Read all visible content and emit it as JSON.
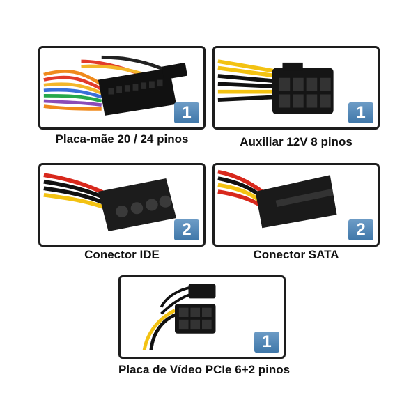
{
  "connectors": [
    {
      "label": "Placa-mãe 20 / 24 pinos",
      "badge": "1",
      "icon": "atx-24pin-connector-icon"
    },
    {
      "label": "Auxiliar 12V 8 pinos",
      "badge": "1",
      "icon": "eps-8pin-connector-icon"
    },
    {
      "label": "Conector IDE",
      "badge": "2",
      "icon": "molex-ide-connector-icon"
    },
    {
      "label": "Conector SATA",
      "badge": "2",
      "icon": "sata-connector-icon"
    },
    {
      "label": "Placa de Vídeo PCIe 6+2 pinos",
      "badge": "1",
      "icon": "pcie-6plus2-connector-icon"
    }
  ],
  "colors": {
    "badge": "#4a7fb0",
    "frame": "#1d1d1d",
    "text": "#111111"
  }
}
